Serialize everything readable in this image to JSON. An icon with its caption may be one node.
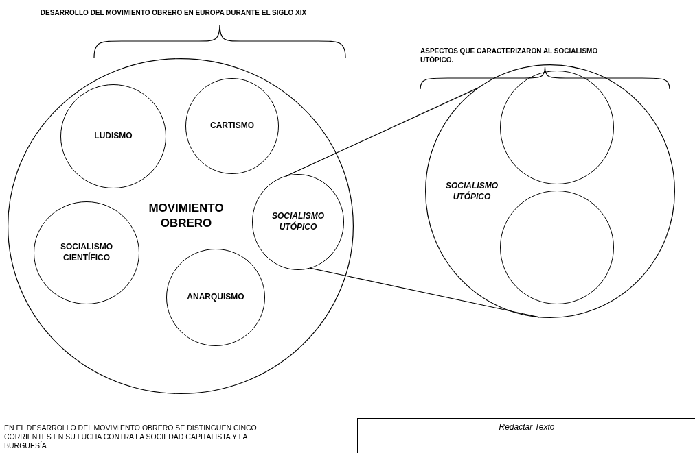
{
  "diagram": {
    "title": "DESARROLLO DEL MOVIMIENTO OBRERO EN EUROPA DURANTE EL SIGLO XIX",
    "nodes": [
      {
        "text": [
          "MOVIMIENTO OBRERO"
        ]
      },
      {
        "text": [
          "LUDISMO"
        ],
        "in": 0
      },
      {
        "text": [
          "CARTISMO"
        ],
        "in": 0
      },
      {
        "text": [
          "SOCIALISMO UTÓPICO"
        ],
        "in": 0
      },
      {
        "text": [
          "SOCIALISMO CIENTÍFICO"
        ],
        "in": 0
      },
      {
        "text": [
          "ANARQUISMO"
        ],
        "in": 0
      },
      {
        "text": [
          "SOCIALISMO UTÓPICO"
        ]
      },
      {
        "text": [],
        "shape": "circle",
        "in": 6
      },
      {
        "text": [],
        "shape": "circle",
        "in": 6
      },
      {
        "text": [
          "Redactar Texto"
        ]
      }
    ],
    "edges": [
      {
        "from": 3,
        "to": 6,
        "arrow": "none"
      },
      {
        "from": 3,
        "to": 6,
        "arrow": "none"
      }
    ],
    "labels": [
      "ASPECTOS QUE CARACTERIZARON AL SOCIALISMO UTÓPICO.",
      "EN EL DESARROLLO DEL MOVIMIENTO OBRERO SE DISTINGUEN CINCO CORRIENTES EN SU LUCHA CONTRA LA SOCIEDAD CAPITALISTA Y LA BURGUESÍA"
    ]
  }
}
